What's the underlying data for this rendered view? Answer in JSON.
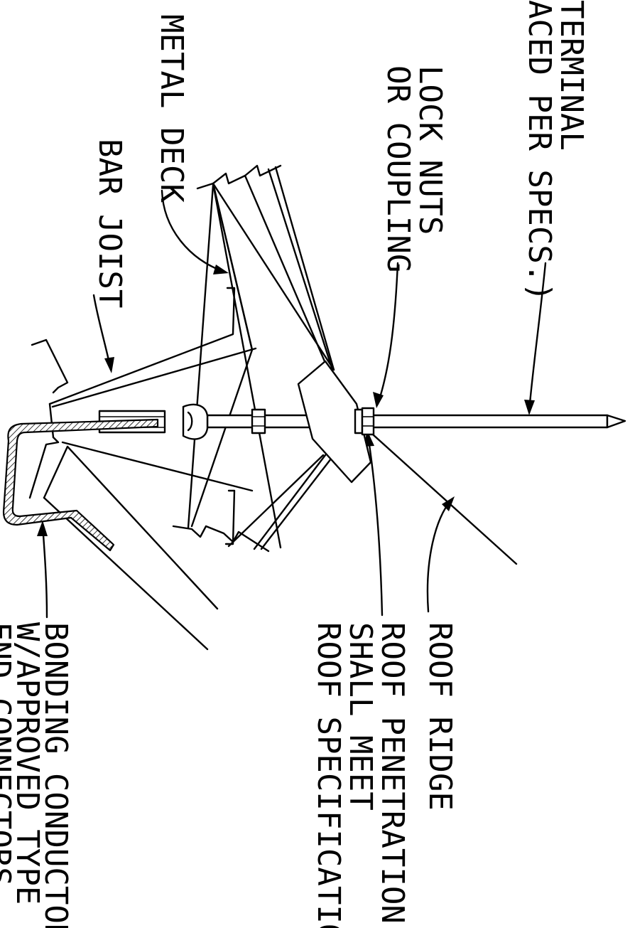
{
  "labels": {
    "air_terminal": [
      "TERMINAL",
      "ACED PER SPECS.)"
    ],
    "lock_nuts": [
      "LOCK NUTS",
      "OR COUPLING"
    ],
    "metal_deck": [
      "METAL DECK"
    ],
    "bar_joist": [
      "BAR JOIST"
    ],
    "roof_ridge": [
      "ROOF RIDGE"
    ],
    "roof_penetration": [
      "ROOF PENETRATION",
      "SHALL MEET",
      "ROOF SPECIFICATION"
    ],
    "bonding_conductor": [
      "BONDING CONDUCTOR",
      "W/APPROVED TYPE",
      "END CONNECTORS"
    ]
  },
  "colors": {
    "line": "#000000",
    "background": "#ffffff"
  }
}
